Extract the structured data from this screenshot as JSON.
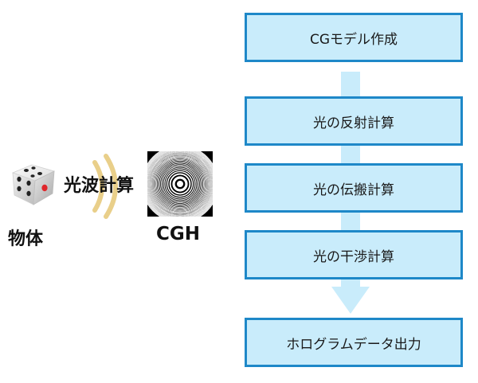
{
  "left": {
    "object_label": "物体",
    "wave_label": "光波計算",
    "cgh_label": "CGH"
  },
  "flow": {
    "steps": [
      "CGモデル作成",
      "光の反射計算",
      "光の伝搬計算",
      "光の干渉計算",
      "ホログラムデータ出力"
    ]
  },
  "colors": {
    "box_fill": "#c9ecfb",
    "box_border": "#1e88c8",
    "arrow": "#c9ecfb",
    "wave": "#e9cf8a",
    "die_pip_red": "#e0262b"
  },
  "icons": {
    "object": "dice-icon",
    "wave": "wave-arcs-icon",
    "hologram": "fresnel-zone-pattern-icon"
  }
}
